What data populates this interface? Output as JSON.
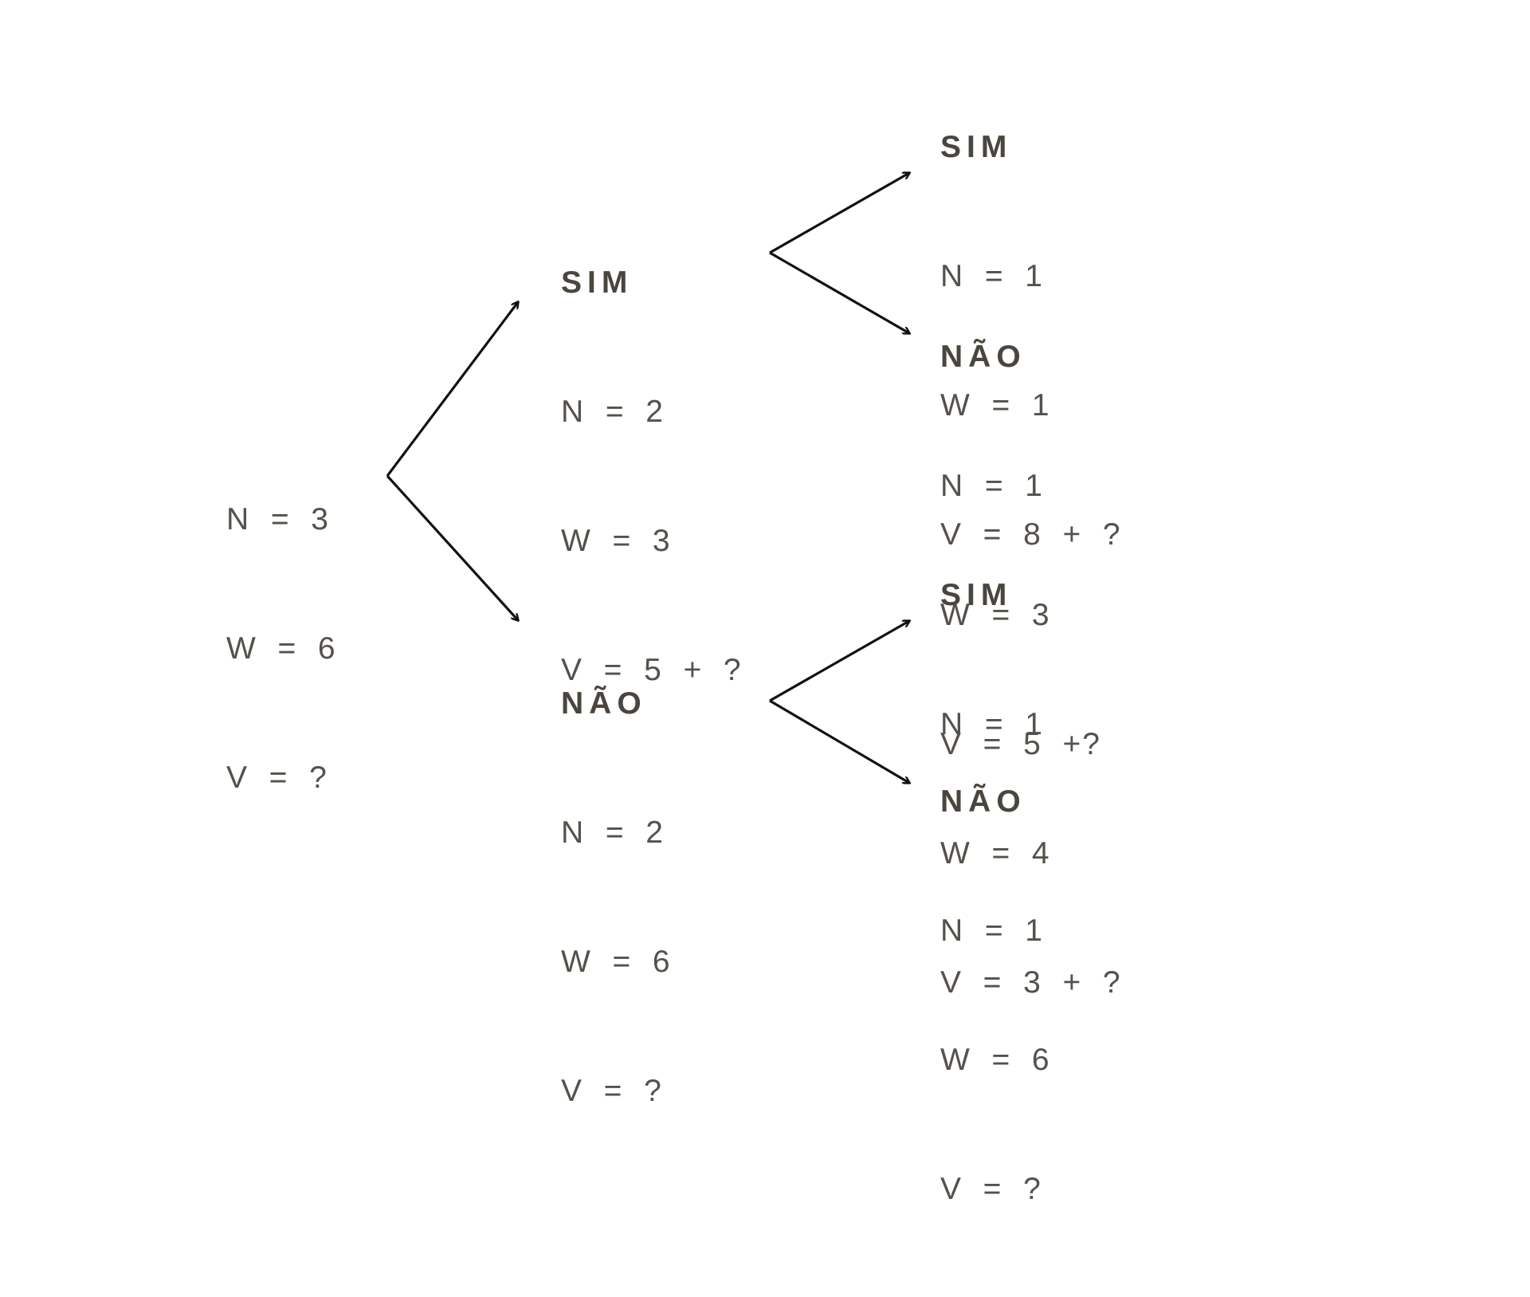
{
  "root": {
    "n": "N  =  3",
    "w": "W  =  6",
    "v": "V  =  ?"
  },
  "branches": {
    "sim": {
      "label": "SIM",
      "n": "N  =  2",
      "w": "W  =  3",
      "v": "V  =  5  +  ?",
      "sim": {
        "label": "SIM",
        "n": "N  =  1",
        "w": "W  =  1",
        "v": "V  =  8  +  ?"
      },
      "nao": {
        "label": "NÃO",
        "n": "N  =  1",
        "w": "W  =  3",
        "v": "V  =  5  +?"
      }
    },
    "nao": {
      "label": "NÃO",
      "n": "N  =  2",
      "w": "W  =  6",
      "v": "V  =  ?",
      "sim": {
        "label": "SIM",
        "n": "N  =  1",
        "w": "W  =  4",
        "v": "V  =  3  +  ?"
      },
      "nao": {
        "label": "NÃO",
        "n": "N  =  1",
        "w": "W  =  6",
        "v": "V  =  ?"
      }
    }
  },
  "colors": {
    "text": "#4f4b46",
    "arrow": "#111111",
    "background": "#ffffff"
  }
}
